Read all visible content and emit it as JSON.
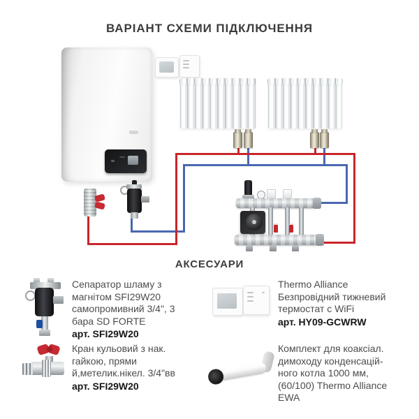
{
  "title": "ВАРІАНТ СХЕМИ ПІДКЛЮЧЕННЯ",
  "accessories_heading": "АКСЕСУАРИ",
  "colors": {
    "pipe_hot": "#c9252b",
    "pipe_cold": "#4a67b0",
    "valve_handle": "#c62a33",
    "text": "#4c4c4c",
    "text_strong": "#161616",
    "heading": "#3c3c3c"
  },
  "diagram": {
    "components": [
      "wall-hung-boiler",
      "wireless-thermostat-with-receiver",
      "radiator-left",
      "radiator-right",
      "ball-valve-red-handle",
      "magnetic-sludge-separator",
      "manifold-with-circulation-pump"
    ],
    "radiator_count": 2,
    "radiator_sections": 10
  },
  "accessories": [
    {
      "image": "sludge-separator-icon",
      "lines": [
        "Сепаратор шламу з",
        "магнітом SFI29W20",
        "самопромивний 3/4\", 3",
        "бара SD FORTE"
      ],
      "art": "арт. SFI29W20"
    },
    {
      "image": "wifi-thermostat-icon",
      "lines": [
        "Thermo Alliance",
        "Безпровідний тижневий",
        "термостат с WiFi"
      ],
      "art": "арт. HY09-GCWRW"
    },
    {
      "image": "ball-valve-icon",
      "lines": [
        "Кран кульовий з нак.",
        "гайкою, прями",
        "й,метелик.нікел. 3/4\"вв"
      ],
      "art": "арт. SFI29W20"
    },
    {
      "image": "coaxial-flue-kit-icon",
      "lines": [
        "Комплект для коаксіал.",
        "димоходу конденсацій-",
        "ного котла 1000 мм,",
        "(60/100) Thermo Alliance",
        "EWA"
      ],
      "art": ""
    }
  ]
}
